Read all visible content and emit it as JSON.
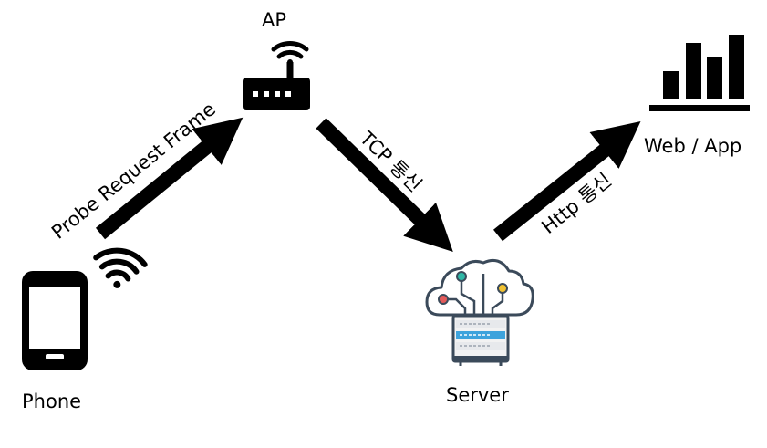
{
  "nodes": {
    "phone": {
      "label": "Phone",
      "icon": "smartphone-icon"
    },
    "ap": {
      "label": "AP",
      "icon": "router-icon"
    },
    "server": {
      "label": "Server",
      "icon": "cloud-server-icon"
    },
    "web_app": {
      "label": "Web / App",
      "icon": "bar-chart-icon"
    }
  },
  "edges": [
    {
      "from": "phone",
      "to": "ap",
      "label": "Probe Request Frame"
    },
    {
      "from": "ap",
      "to": "server",
      "label": "TCP 통신"
    },
    {
      "from": "server",
      "to": "web_app",
      "label": "Http 통신"
    }
  ],
  "colors": {
    "ink": "#000000",
    "server_body": "#f2f2f2",
    "server_stripe": "#3ea3dc",
    "node_teal": "#2fb7a6",
    "node_red": "#e35a5a",
    "node_yellow": "#f1c232"
  }
}
